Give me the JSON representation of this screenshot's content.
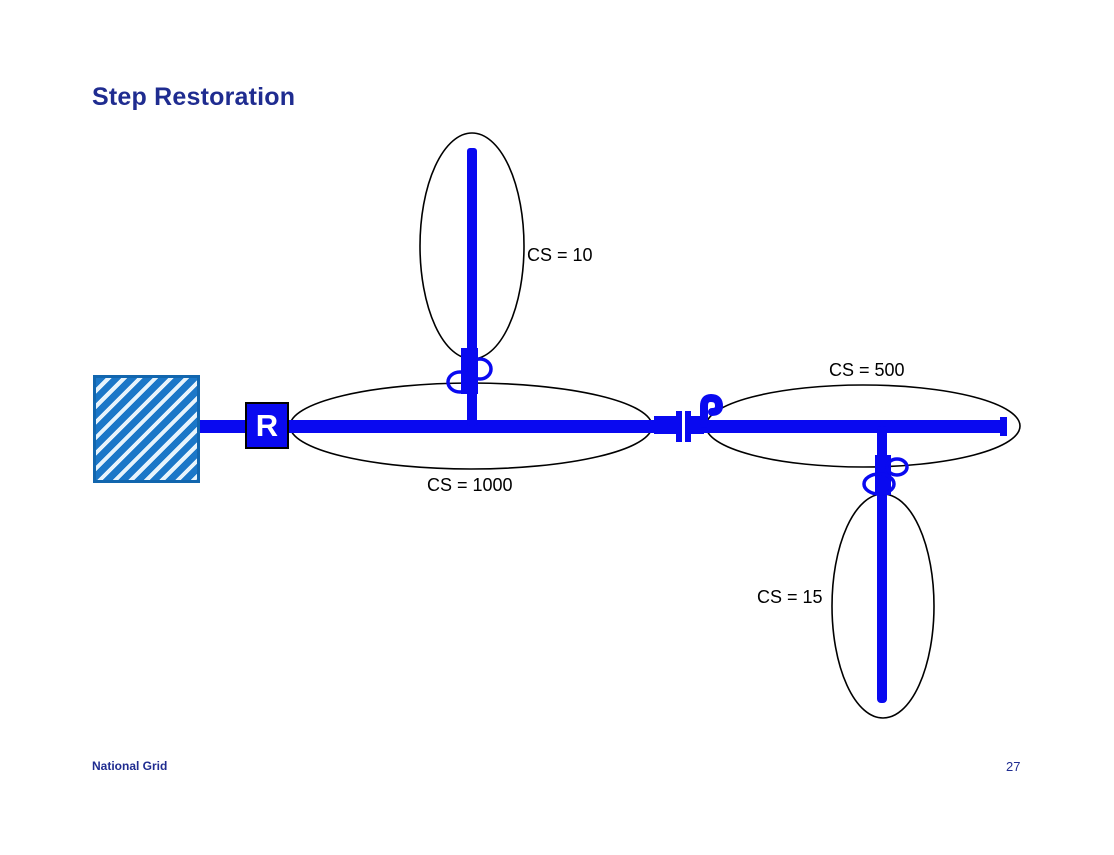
{
  "slide": {
    "title": "Step Restoration"
  },
  "diagram": {
    "restorer": {
      "label": "R"
    },
    "sections": [
      {
        "id": "top-branch",
        "label": "CS = 10"
      },
      {
        "id": "main-feeder",
        "label": "CS = 1000"
      },
      {
        "id": "right-feeder",
        "label": "CS = 500"
      },
      {
        "id": "bottom-branch",
        "label": "CS = 15"
      }
    ]
  },
  "footer": {
    "brand": "National Grid",
    "page": "27"
  },
  "colors": {
    "accent_blue": "#0909f0",
    "title_navy": "#1f2c90",
    "hatch_blue": "#1b77c8",
    "outline_black": "#000000"
  }
}
